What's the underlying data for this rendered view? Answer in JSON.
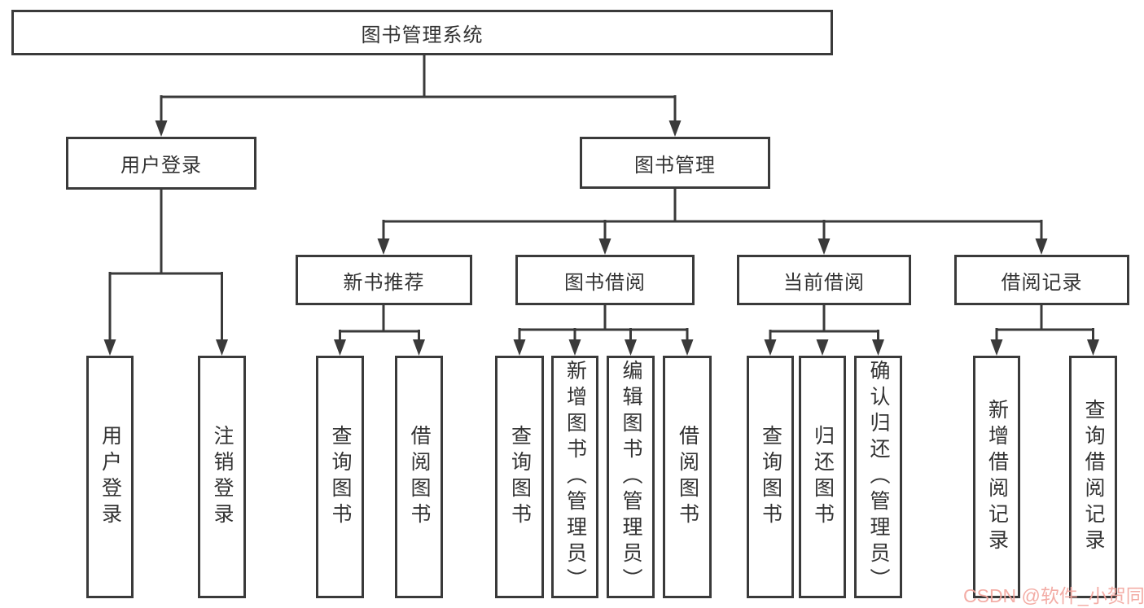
{
  "tree": {
    "label": "图书管理系统",
    "children": [
      {
        "label": "用户登录",
        "children": [
          {
            "label": "用户登录"
          },
          {
            "label": "注销登录"
          }
        ]
      },
      {
        "label": "图书管理",
        "children": [
          {
            "label": "新书推荐",
            "children": [
              {
                "label": "查询图书"
              },
              {
                "label": "借阅图书"
              }
            ]
          },
          {
            "label": "图书借阅",
            "children": [
              {
                "label": "查询图书"
              },
              {
                "label": "新增图书（管理员）"
              },
              {
                "label": "编辑图书（管理员）"
              },
              {
                "label": "借阅图书"
              }
            ]
          },
          {
            "label": "当前借阅",
            "children": [
              {
                "label": "查询图书"
              },
              {
                "label": "归还图书"
              },
              {
                "label": "确认归还（管理员）"
              }
            ]
          },
          {
            "label": "借阅记录",
            "children": [
              {
                "label": "新增借阅记录"
              },
              {
                "label": "查询借阅记录"
              }
            ]
          }
        ]
      }
    ]
  },
  "watermark": "CSDN @软件_小贺同学",
  "colors": {
    "line": "#3a3a3a",
    "box_border": "#3a3a3a",
    "box_background": "#ffffff",
    "text": "#333333",
    "watermark": "#f2a69e"
  }
}
